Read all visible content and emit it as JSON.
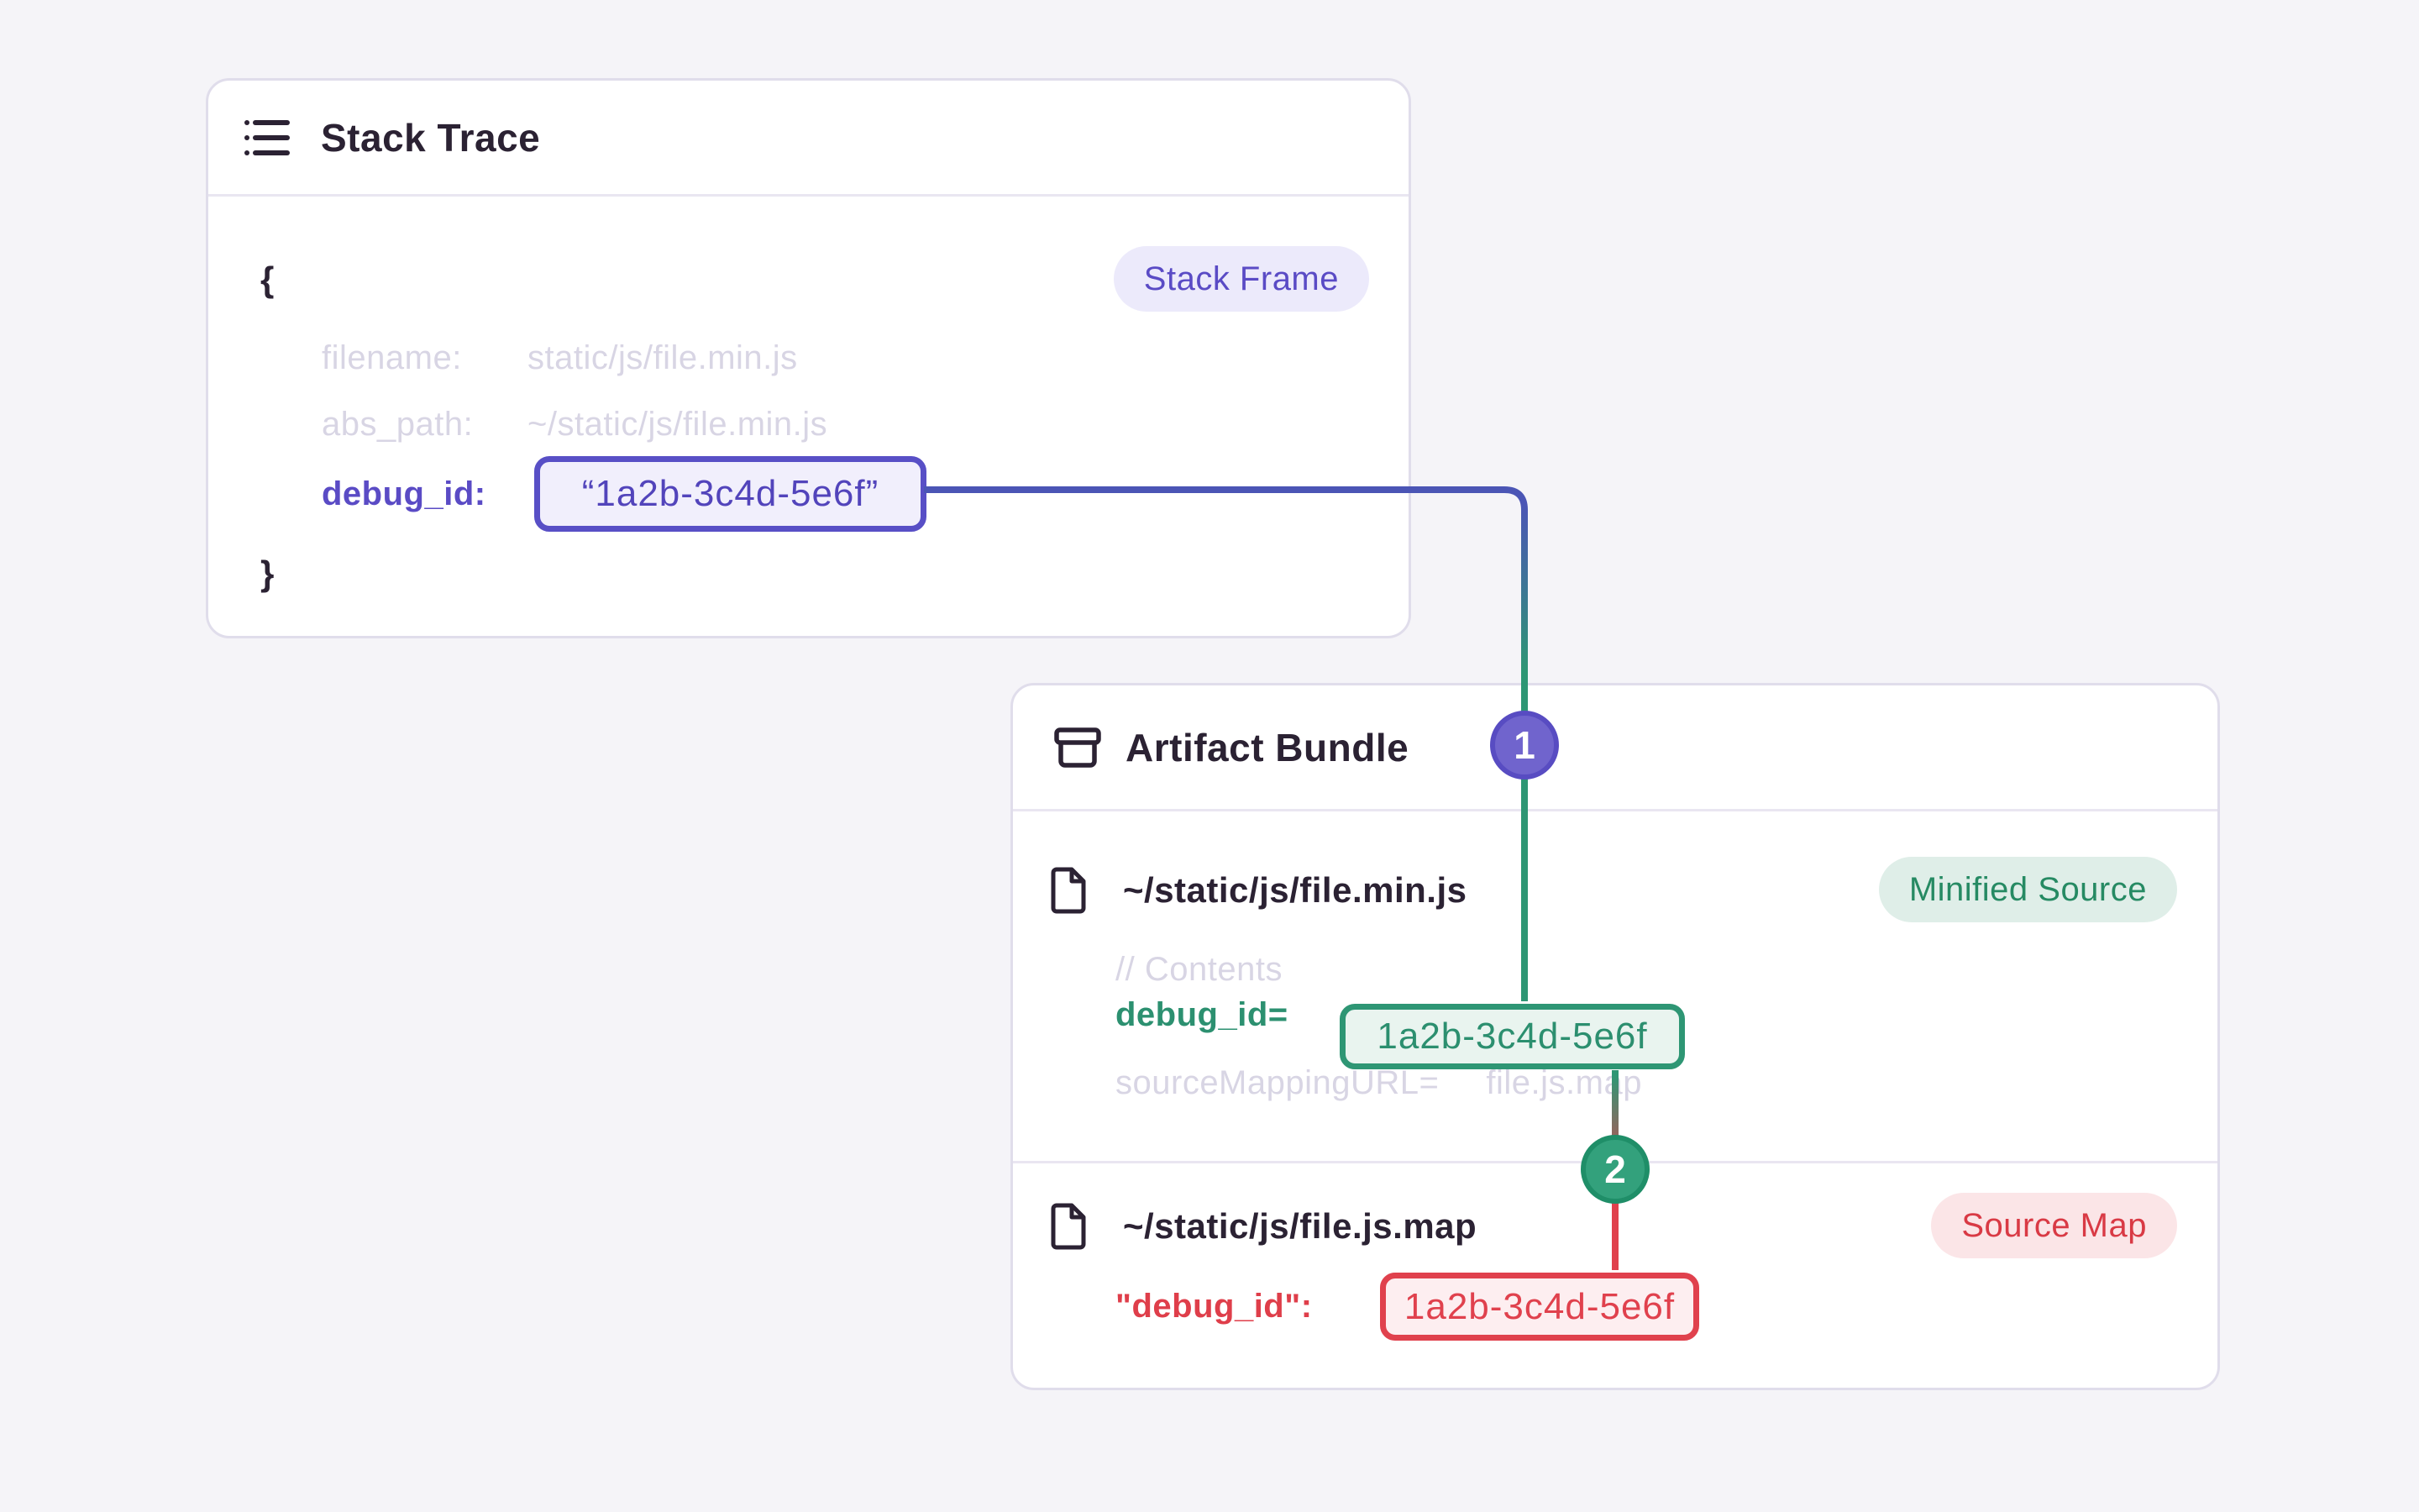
{
  "stack_trace": {
    "title": "Stack Trace",
    "frame_badge": "Stack Frame",
    "brace_open": "{",
    "brace_close": "}",
    "filename_label": "filename:",
    "filename_value": "static/js/file.min.js",
    "abs_path_label": "abs_path:",
    "abs_path_value": "~/static/js/file.min.js",
    "debug_id_label": "debug_id:",
    "debug_id_value": "“1a2b-3c4d-5e6f”"
  },
  "artifact_bundle": {
    "title": "Artifact Bundle",
    "minified_file": {
      "path": "~/static/js/file.min.js",
      "badge": "Minified Source",
      "contents_comment": "// Contents",
      "debug_id_label": "debug_id=",
      "debug_id_value": "1a2b-3c4d-5e6f",
      "source_mapping_label": "sourceMappingURL=",
      "source_mapping_value": "file.js.map"
    },
    "source_map_file": {
      "path": "~/static/js/file.js.map",
      "badge": "Source Map",
      "debug_id_label": "\"debug_id\":",
      "debug_id_value": "1a2b-3c4d-5e6f"
    }
  },
  "steps": {
    "one": "1",
    "two": "2"
  },
  "colors": {
    "page_bg": "#f5f4f8",
    "accent_purple": "#5a4bc5",
    "connector_indigo": "#4b55b5",
    "accent_green": "#2e9674",
    "accent_red": "#e0414d",
    "muted_text": "#d8d5e4",
    "dark_text": "#2b2233"
  }
}
